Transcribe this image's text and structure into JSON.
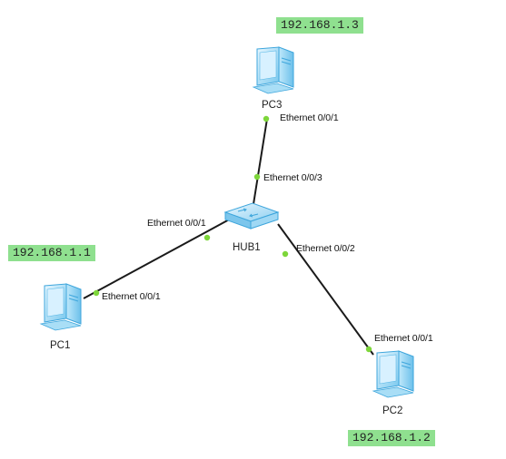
{
  "topology": {
    "devices": [
      {
        "id": "pc3",
        "label": "PC3",
        "type": "pc",
        "ip": "192.168.1.3"
      },
      {
        "id": "hub1",
        "label": "HUB1",
        "type": "hub"
      },
      {
        "id": "pc1",
        "label": "PC1",
        "type": "pc",
        "ip": "192.168.1.1"
      },
      {
        "id": "pc2",
        "label": "PC2",
        "type": "pc",
        "ip": "192.168.1.2"
      }
    ],
    "links": [
      {
        "from": "hub1",
        "from_port": "Ethernet 0/0/3",
        "to": "pc3",
        "to_port": "Ethernet 0/0/1"
      },
      {
        "from": "hub1",
        "from_port": "Ethernet 0/0/1",
        "to": "pc1",
        "to_port": "Ethernet 0/0/1"
      },
      {
        "from": "hub1",
        "from_port": "Ethernet 0/0/2",
        "to": "pc2",
        "to_port": "Ethernet 0/0/1"
      }
    ]
  },
  "colors": {
    "ip_label_bg": "#8fe08f",
    "link_line": "#1a1a1a",
    "port_dot": "#7dd63a",
    "device_body": "#8fd3f4"
  }
}
